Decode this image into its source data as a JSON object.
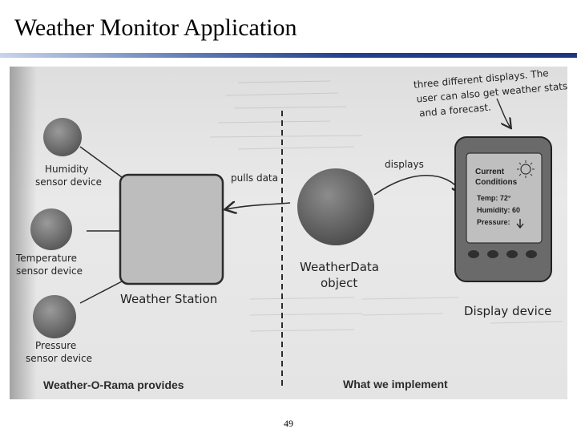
{
  "slide": {
    "title": "Weather Monitor Application",
    "page_number": "49"
  },
  "diagram": {
    "sensors": {
      "humidity": [
        "Humidity",
        "sensor device"
      ],
      "temperature": [
        "Temperature",
        "sensor device"
      ],
      "pressure": [
        "Pressure",
        "sensor device"
      ]
    },
    "station_label": "Weather Station",
    "pulls_data_label": "pulls data",
    "weatherdata_label": [
      "WeatherData",
      "object"
    ],
    "displays_label": "displays",
    "display_device_label": "Display device",
    "annotation_lines": [
      "three different displays. The",
      "user can also get weather stats",
      "and a forecast."
    ],
    "screen": {
      "heading": [
        "Current",
        "Conditions"
      ],
      "temp": "Temp: 72°",
      "humidity": "Humidity: 60",
      "pressure": "Pressure:"
    },
    "left_caption": "Weather-O-Rama provides",
    "right_caption": "What we implement"
  },
  "colors": {
    "ink": "#2b2b2b",
    "sphere": "#6f6f6f",
    "title_rule": "#23408e"
  }
}
